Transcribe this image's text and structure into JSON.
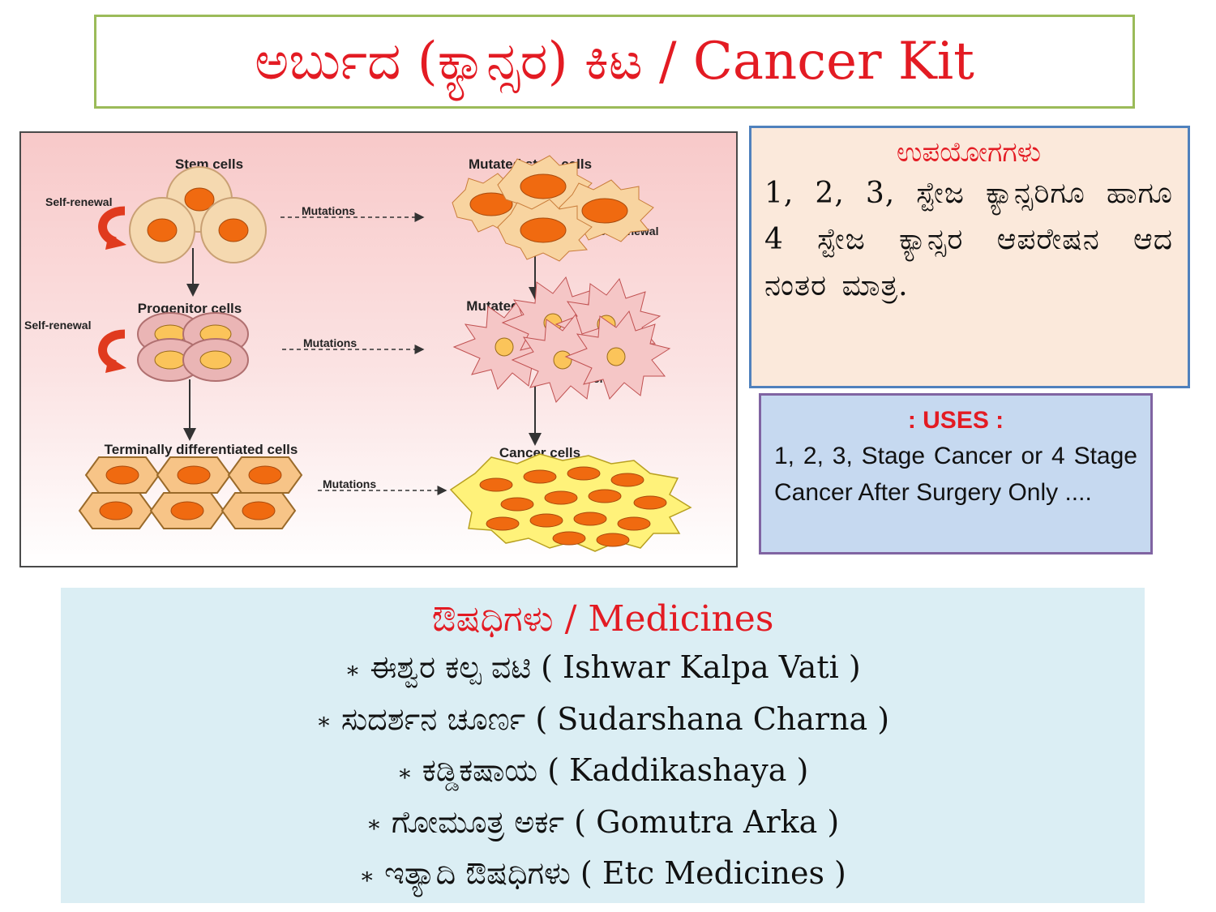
{
  "title": "ಅರ್ಬುದ (ಕ್ಯಾನ್ಸರ) ಕಿಟ / Cancer Kit",
  "diagram": {
    "stem_cells": "Stem cells",
    "mutated_stem_cells": "Mutated stem cells",
    "progenitor_cells": "Progenitor cells",
    "mutated_progenitor_cells": "Mutated progenitor cells",
    "terminal_cells": "Terminally differentiated cells",
    "cancer_cells": "Cancer cells",
    "self_renewal": "Self-renewal",
    "mutations": "Mutations"
  },
  "uses_kannada": {
    "heading": "ಉಪಯೋಗಗಳು",
    "body": "1, 2, 3, ಸ್ಟೇಜ ಕ್ಯಾನ್ಸರಿಗೂ ಹಾಗೂ 4 ಸ್ಟೇಜ ಕ್ಯಾನ್ಸರ ಆಪರೇಷನ ಆದ ನಂತರ ಮಾತ್ರ."
  },
  "uses_english": {
    "heading": ": USES :",
    "body": "1, 2, 3, Stage Cancer or 4 Stage Cancer After Surgery Only ...."
  },
  "medicines": {
    "heading": "ಔಷಧಿಗಳು / Medicines",
    "bullet": "∗",
    "items": [
      "ಈಶ್ವರ ಕಲ್ಪ ವಟಿ ( Ishwar Kalpa Vati )",
      "ಸುದರ್ಶನ ಚೂರ್ಣ ( Sudarshana Charna )",
      "ಕಡ್ಡಿಕಷಾಯ ( Kaddikashaya )",
      "ಗೋಮೂತ್ರ ಅರ್ಕ ( Gomutra Arka )",
      "ಇತ್ಯಾದಿ ಔಷಧಿಗಳು ( Etc Medicines )"
    ]
  },
  "colors": {
    "title_red": "#e31b23",
    "title_border": "#9bbb59",
    "uses_kn_bg": "#fbe9db",
    "uses_en_bg": "#c6d9f0",
    "medicines_bg": "#dbeef4",
    "diagram_bg": "#fbd6d6"
  }
}
